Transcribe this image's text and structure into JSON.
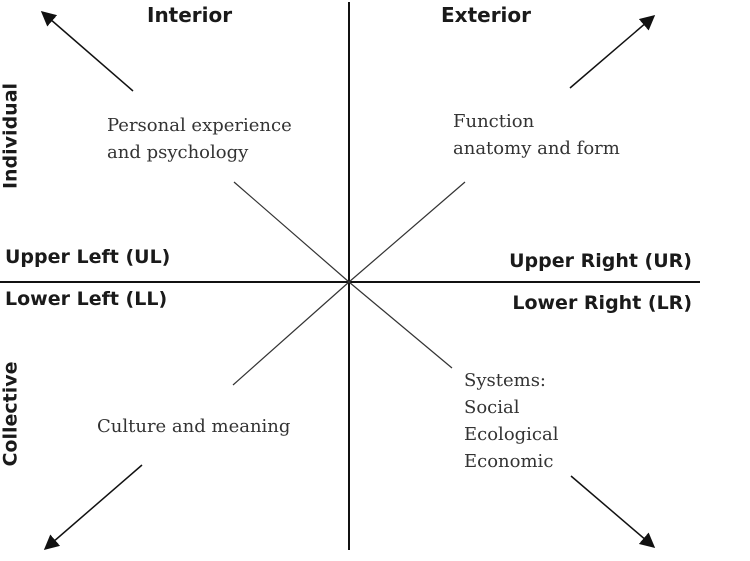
{
  "headers": {
    "interior": "Interior",
    "exterior": "Exterior",
    "individual": "Individual",
    "collective": "Collective"
  },
  "quadrants": {
    "upper_left": "Upper Left (UL)",
    "upper_right": "Upper Right (UR)",
    "lower_left": "Lower Left (LL)",
    "lower_right": "Lower Right (LR)"
  },
  "descriptions": {
    "upper_left": [
      "Personal experience",
      "and psychology"
    ],
    "upper_right": [
      "Function",
      "anatomy and form"
    ],
    "lower_left": [
      "Culture and meaning"
    ],
    "lower_right": [
      "Systems:",
      "Social",
      "Ecological",
      "Economic"
    ]
  }
}
